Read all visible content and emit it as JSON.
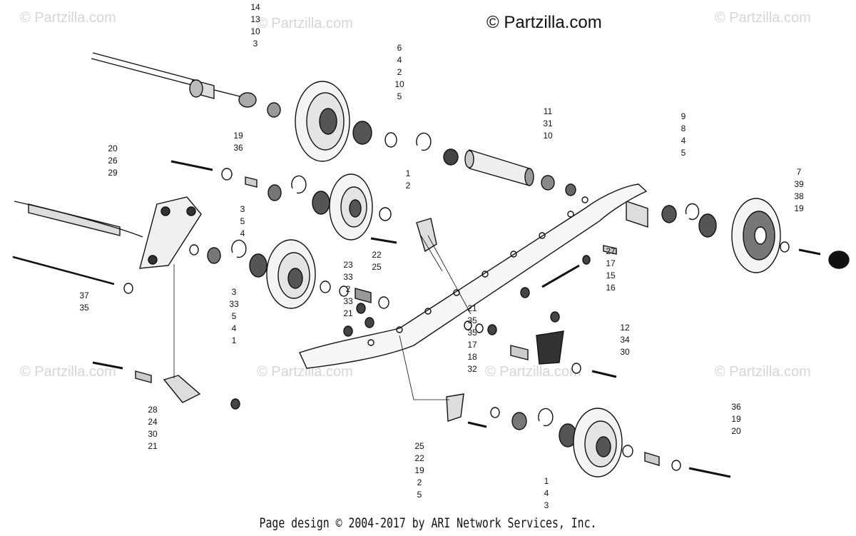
{
  "watermark": "© Partzilla.com",
  "copyright": "© Partzilla.com",
  "footer": "Page design © 2004-2017 by ARI Network Services, Inc.",
  "callouts": [
    {
      "group": "top-left-stack",
      "labels": [
        "14",
        "13",
        "10",
        "3"
      ]
    },
    {
      "group": "top-wheel",
      "labels": [
        "6",
        "4",
        "2",
        "10",
        "5"
      ]
    },
    {
      "group": "top-right-spacer",
      "labels": [
        "11",
        "31",
        "10"
      ]
    },
    {
      "group": "right-stack",
      "labels": [
        "9",
        "8",
        "4",
        "5"
      ]
    },
    {
      "group": "far-right-wheel",
      "labels": [
        "7",
        "39",
        "38",
        "19"
      ]
    },
    {
      "group": "left-bolt",
      "labels": [
        "20",
        "26",
        "29"
      ]
    },
    {
      "group": "left-bushing",
      "labels": [
        "19",
        "36"
      ]
    },
    {
      "group": "mid-wheel",
      "labels": [
        "1",
        "2"
      ]
    },
    {
      "group": "mid-left",
      "labels": [
        "3",
        "5",
        "4"
      ]
    },
    {
      "group": "bracket",
      "labels": [
        "22",
        "25"
      ]
    },
    {
      "group": "lower-axle",
      "labels": [
        "37",
        "35"
      ]
    },
    {
      "group": "lower-wheel",
      "labels": [
        "3",
        "33",
        "5",
        "4",
        "1"
      ]
    },
    {
      "group": "spacer",
      "labels": [
        "23",
        "33",
        "2",
        "33",
        "21"
      ]
    },
    {
      "group": "right-bolt",
      "labels": [
        "27",
        "17",
        "15",
        "16"
      ]
    },
    {
      "group": "rail-nuts",
      "labels": [
        "21",
        "35",
        "35",
        "17",
        "18",
        "32"
      ]
    },
    {
      "group": "slide-block",
      "labels": [
        "12",
        "34",
        "30"
      ]
    },
    {
      "group": "bottom-left",
      "labels": [
        "28",
        "24",
        "30",
        "21"
      ]
    },
    {
      "group": "bottom-bracket",
      "labels": [
        "25",
        "22",
        "19",
        "2",
        "5"
      ]
    },
    {
      "group": "bottom-wheel",
      "labels": [
        "1",
        "4",
        "3"
      ]
    },
    {
      "group": "bottom-right",
      "labels": [
        "36",
        "19",
        "20"
      ]
    }
  ]
}
